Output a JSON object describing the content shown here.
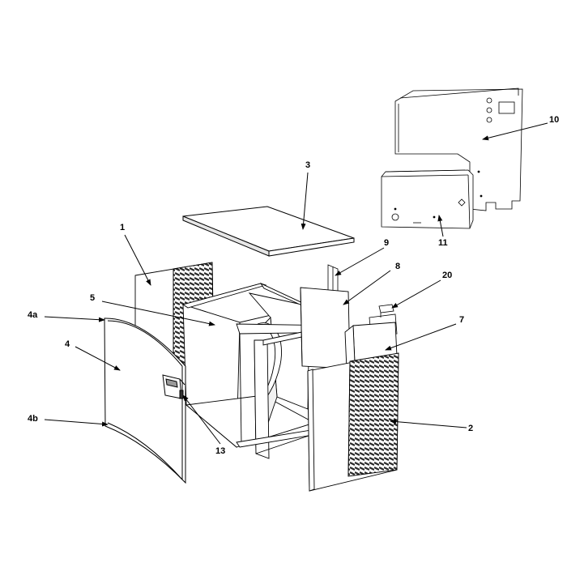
{
  "callouts": {
    "c1": "1",
    "c2": "2",
    "c3": "3",
    "c4": "4",
    "c4a": "4a",
    "c4b": "4b",
    "c5": "5",
    "c7": "7",
    "c8": "8",
    "c9": "9",
    "c10": "10",
    "c11": "11",
    "c13": "13",
    "c20": "20"
  },
  "parts": [
    {
      "id": "1",
      "name": "side-panel-left"
    },
    {
      "id": "2",
      "name": "front-panel-right-louvered"
    },
    {
      "id": "3",
      "name": "top-panel"
    },
    {
      "id": "4",
      "name": "front-door"
    },
    {
      "id": "4a",
      "name": "door-top-trim"
    },
    {
      "id": "4b",
      "name": "door-bottom-trim"
    },
    {
      "id": "5",
      "name": "cabinet-frame"
    },
    {
      "id": "7",
      "name": "rear-bracket"
    },
    {
      "id": "8",
      "name": "inner-partition"
    },
    {
      "id": "9",
      "name": "vertical-post"
    },
    {
      "id": "10",
      "name": "control-back-panel"
    },
    {
      "id": "11",
      "name": "electrical-box"
    },
    {
      "id": "13",
      "name": "door-handle"
    },
    {
      "id": "20",
      "name": "small-bracket"
    }
  ],
  "colors": {
    "stroke": "#000000",
    "paper": "#ffffff",
    "louver": "#2b2b2b",
    "shade": "#e6e6e6"
  }
}
